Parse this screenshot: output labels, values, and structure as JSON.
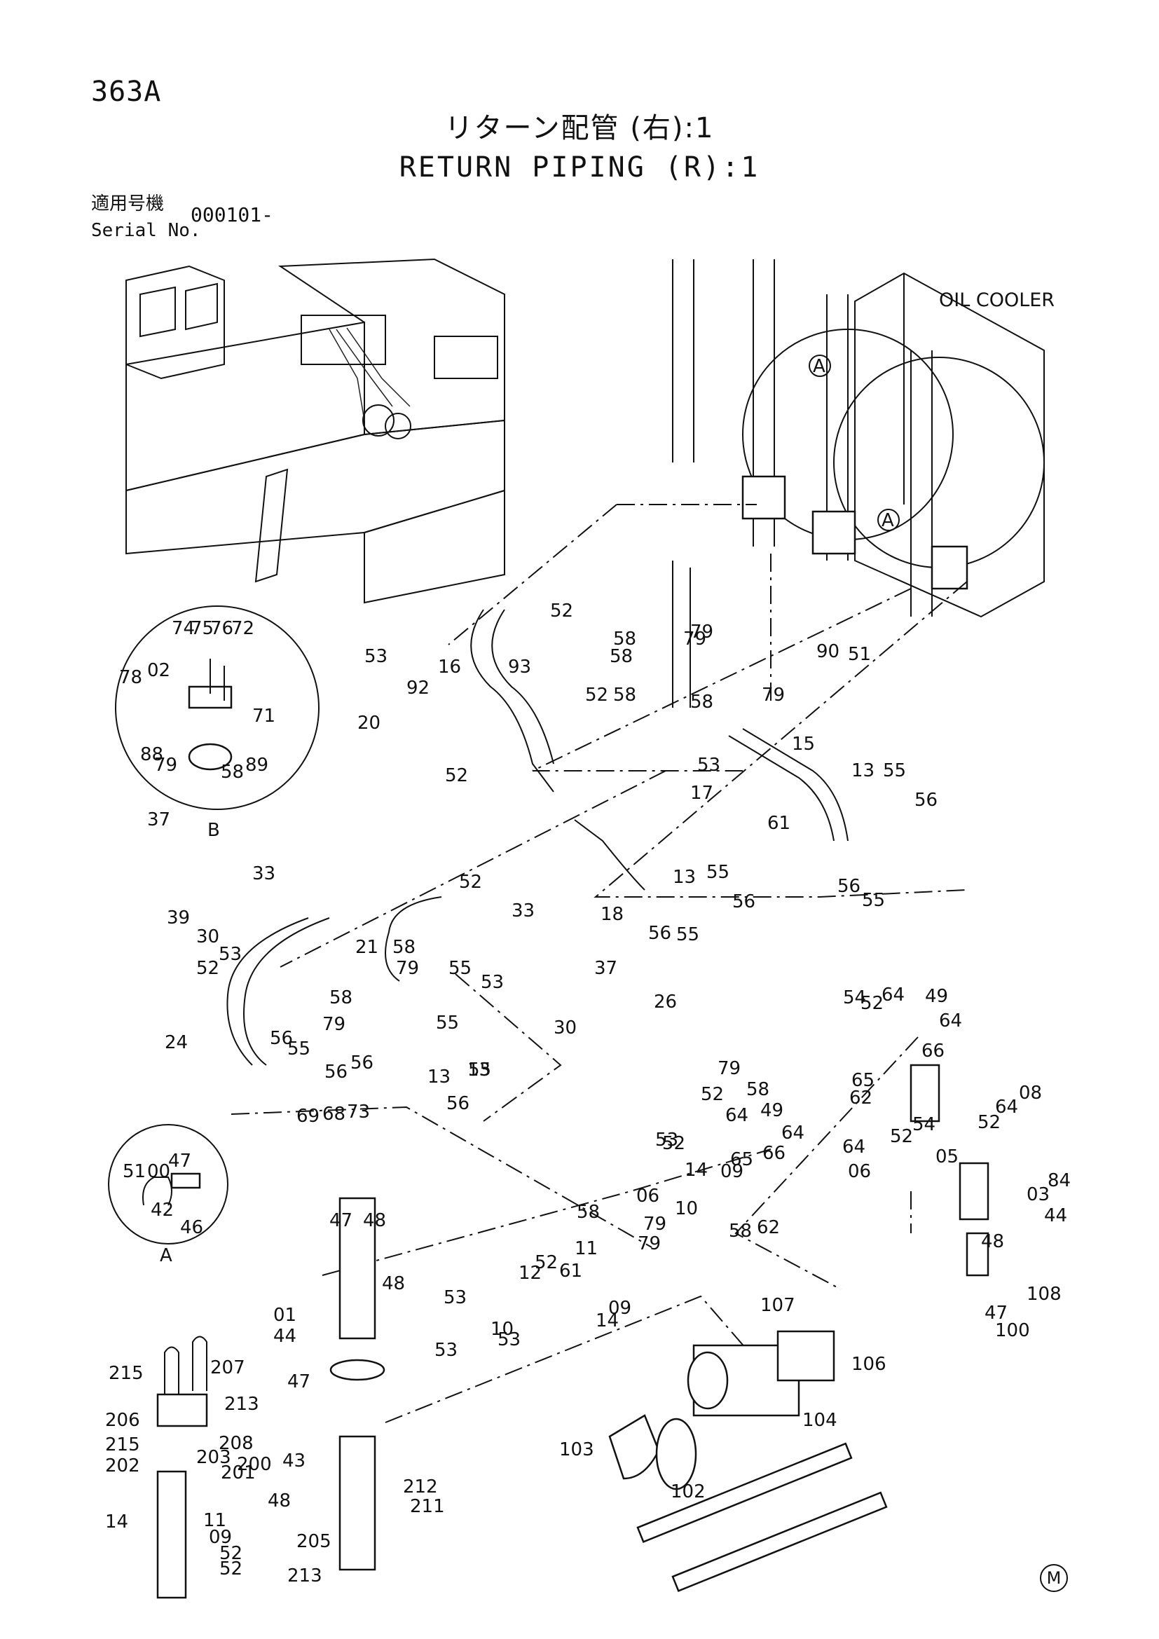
{
  "header": {
    "page_code": "363A",
    "title_jp": "リターン配管 (右):1",
    "title_en": "RETURN PIPING (R):1",
    "serial_label_jp": "適用号機",
    "serial_label_en": "Serial No.",
    "serial_value": "000101-"
  },
  "oil_cooler_label": "OIL COOLER",
  "detail_a_label": "A",
  "detail_b_label": "B",
  "corner_mark": "M",
  "callouts": [
    "52",
    "58",
    "79",
    "93",
    "53",
    "92",
    "20",
    "16",
    "58",
    "79",
    "52",
    "58",
    "15",
    "52",
    "90",
    "51",
    "58",
    "79",
    "53",
    "17",
    "61",
    "13",
    "55",
    "56",
    "56",
    "55",
    "18",
    "13",
    "55",
    "56",
    "56",
    "55",
    "37",
    "33",
    "52",
    "39",
    "30",
    "53",
    "52",
    "21",
    "33",
    "58",
    "79",
    "55",
    "53",
    "37",
    "26",
    "30",
    "58",
    "79",
    "24",
    "56",
    "55",
    "56",
    "55",
    "13",
    "13",
    "56",
    "55",
    "56",
    "69",
    "68",
    "73",
    "74",
    "75",
    "76",
    "72",
    "78",
    "02",
    "71",
    "88",
    "79",
    "58",
    "89",
    "51",
    "00",
    "47",
    "42",
    "46",
    "47",
    "48",
    "48",
    "01",
    "44",
    "47",
    "43",
    "48",
    "212",
    "211",
    "205",
    "213",
    "215",
    "207",
    "206",
    "213",
    "215",
    "208",
    "200",
    "201",
    "202",
    "203",
    "11",
    "14",
    "09",
    "52",
    "52",
    "53",
    "12",
    "61",
    "10",
    "14",
    "09",
    "53",
    "53",
    "52",
    "11",
    "79",
    "58",
    "79",
    "58",
    "10",
    "14",
    "09",
    "53",
    "52",
    "79",
    "58",
    "65",
    "66",
    "64",
    "49",
    "62",
    "06",
    "52",
    "64",
    "54",
    "52",
    "64",
    "49",
    "64",
    "66",
    "65",
    "62",
    "52",
    "64",
    "06",
    "54",
    "52",
    "64",
    "08",
    "05",
    "84",
    "03",
    "48",
    "44",
    "47",
    "100",
    "108",
    "107",
    "106",
    "104",
    "103",
    "102"
  ]
}
